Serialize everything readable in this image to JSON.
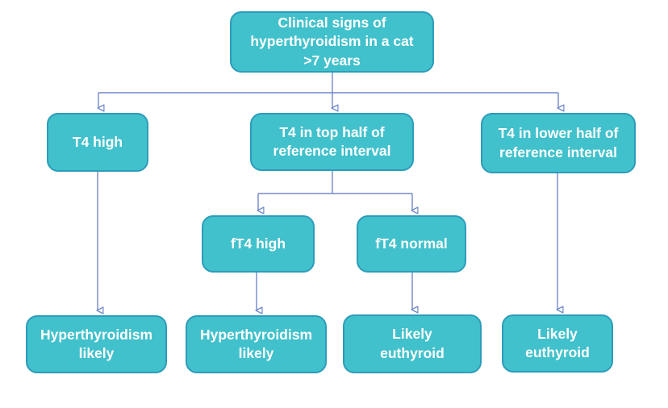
{
  "diagram": {
    "type": "flowchart",
    "colors": {
      "node_fill": "#41c1cc",
      "node_border": "#2d9cba",
      "connector_line": "#7189c9",
      "connector_arrowhead": "#3a5696",
      "node_text": "#ffffff",
      "background": "#ffffff"
    },
    "nodes": {
      "root": {
        "label": "Clinical signs of\nhyperthyroidism in a cat\n>7 years"
      },
      "t4_high": {
        "label": "T4 high"
      },
      "t4_top_half": {
        "label": "T4 in top half of\nreference interval"
      },
      "t4_lower_half": {
        "label": "T4 in lower half of\nreference interval"
      },
      "ft4_high": {
        "label": "fT4 high"
      },
      "ft4_normal": {
        "label": "fT4 normal"
      },
      "hyperthyroidism_likely_1": {
        "label": "Hyperthyroidism\nlikely"
      },
      "hyperthyroidism_likely_2": {
        "label": "Hyperthyroidism\nlikely"
      },
      "likely_euthyroid_1": {
        "label": "Likely\neuthyroid"
      },
      "likely_euthyroid_2": {
        "label": "Likely\neuthyroid"
      }
    },
    "edges": [
      {
        "from": "root",
        "to": "t4_high"
      },
      {
        "from": "root",
        "to": "t4_top_half"
      },
      {
        "from": "root",
        "to": "t4_lower_half"
      },
      {
        "from": "t4_top_half",
        "to": "ft4_high"
      },
      {
        "from": "t4_top_half",
        "to": "ft4_normal"
      },
      {
        "from": "t4_high",
        "to": "hyperthyroidism_likely_1"
      },
      {
        "from": "ft4_high",
        "to": "hyperthyroidism_likely_2"
      },
      {
        "from": "ft4_normal",
        "to": "likely_euthyroid_1"
      },
      {
        "from": "t4_lower_half",
        "to": "likely_euthyroid_2"
      }
    ]
  }
}
